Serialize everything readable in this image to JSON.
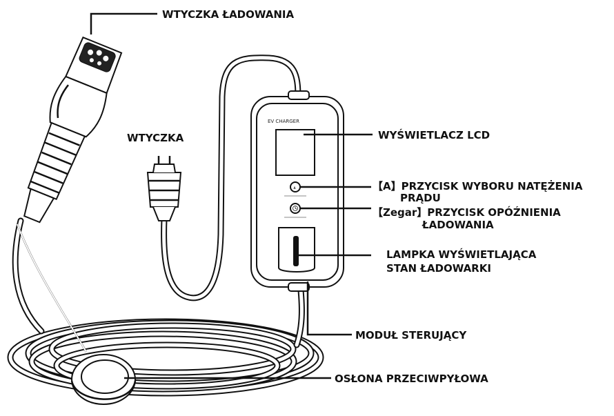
{
  "device": {
    "screen_caption": "EV CHARGER",
    "button_a_glyph": "A"
  },
  "labels": {
    "charging_plug": "WTYCZKA ŁADOWANIA",
    "plug": "WTYCZKA",
    "lcd_display": "WYŚWIETLACZ LCD",
    "current_button_line1": "【A】PRZYCISK WYBORU NATĘŻENIA",
    "current_button_line2": "PRĄDU",
    "delay_button_line1": "【Zegar】PRZYCISK OPÓŹNIENIA",
    "delay_button_line2": "ŁADOWANIA",
    "status_lamp_line1": "LAMPKA WYŚWIETLAJĄCA",
    "status_lamp_line2": "STAN ŁADOWARKI",
    "control_module": "MODUŁ STERUJĄCY",
    "dust_cover": "OSŁONA PRZECIWPYŁOWA"
  }
}
